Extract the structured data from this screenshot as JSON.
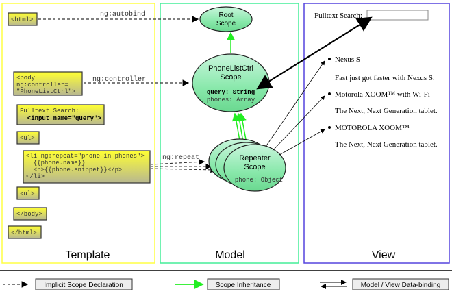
{
  "panels": {
    "template": "Template",
    "model": "Model",
    "view": "View"
  },
  "template": {
    "html_open": "<html>",
    "body_lines": [
      "<body",
      " ng:controller=",
      " \"PhoneListCtrl\">"
    ],
    "search_lines": [
      "Fulltext Search:",
      "  <input name=\"query\">"
    ],
    "ul_open": "<ul>",
    "li_lines": [
      "<li ng:repeat=\"phone in phones\">",
      "  {{phone.name}}",
      "  <p>{{phone.snippet}}</p>",
      "</li>"
    ],
    "ul_close": "<ul>",
    "body_close": "</body>",
    "html_close": "</html>"
  },
  "connectors": {
    "autobind": "ng:autobind",
    "controller": "ng:controller",
    "repeat": "ng:repeat"
  },
  "model": {
    "root": [
      "Root",
      "Scope"
    ],
    "ctrl": [
      "PhoneListCtrl",
      "Scope"
    ],
    "ctrl_props": [
      "query: String",
      "phones: Array"
    ],
    "repeater": [
      "Repeater",
      "Scope"
    ],
    "repeater_prop": "phone: Object"
  },
  "view": {
    "search_label": "Fulltext Search:",
    "search_value": "",
    "items": [
      {
        "name": "Nexus S",
        "snippet": "Fast just got faster with Nexus S."
      },
      {
        "name": "Motorola XOOM™  with Wi-Fi",
        "snippet": "The Next, Next Generation tablet."
      },
      {
        "name": "MOTOROLA XOOM™",
        "snippet": "The Next, Next Generation tablet."
      }
    ]
  },
  "legend": {
    "implicit": "Implicit Scope Declaration",
    "inheritance": "Scope Inheritance",
    "binding": "Model / View Data-binding"
  },
  "colors": {
    "template_border": "#ffff44",
    "model_border": "#44ee99",
    "view_border": "#5544dd",
    "inheritance": "#22ee22"
  }
}
